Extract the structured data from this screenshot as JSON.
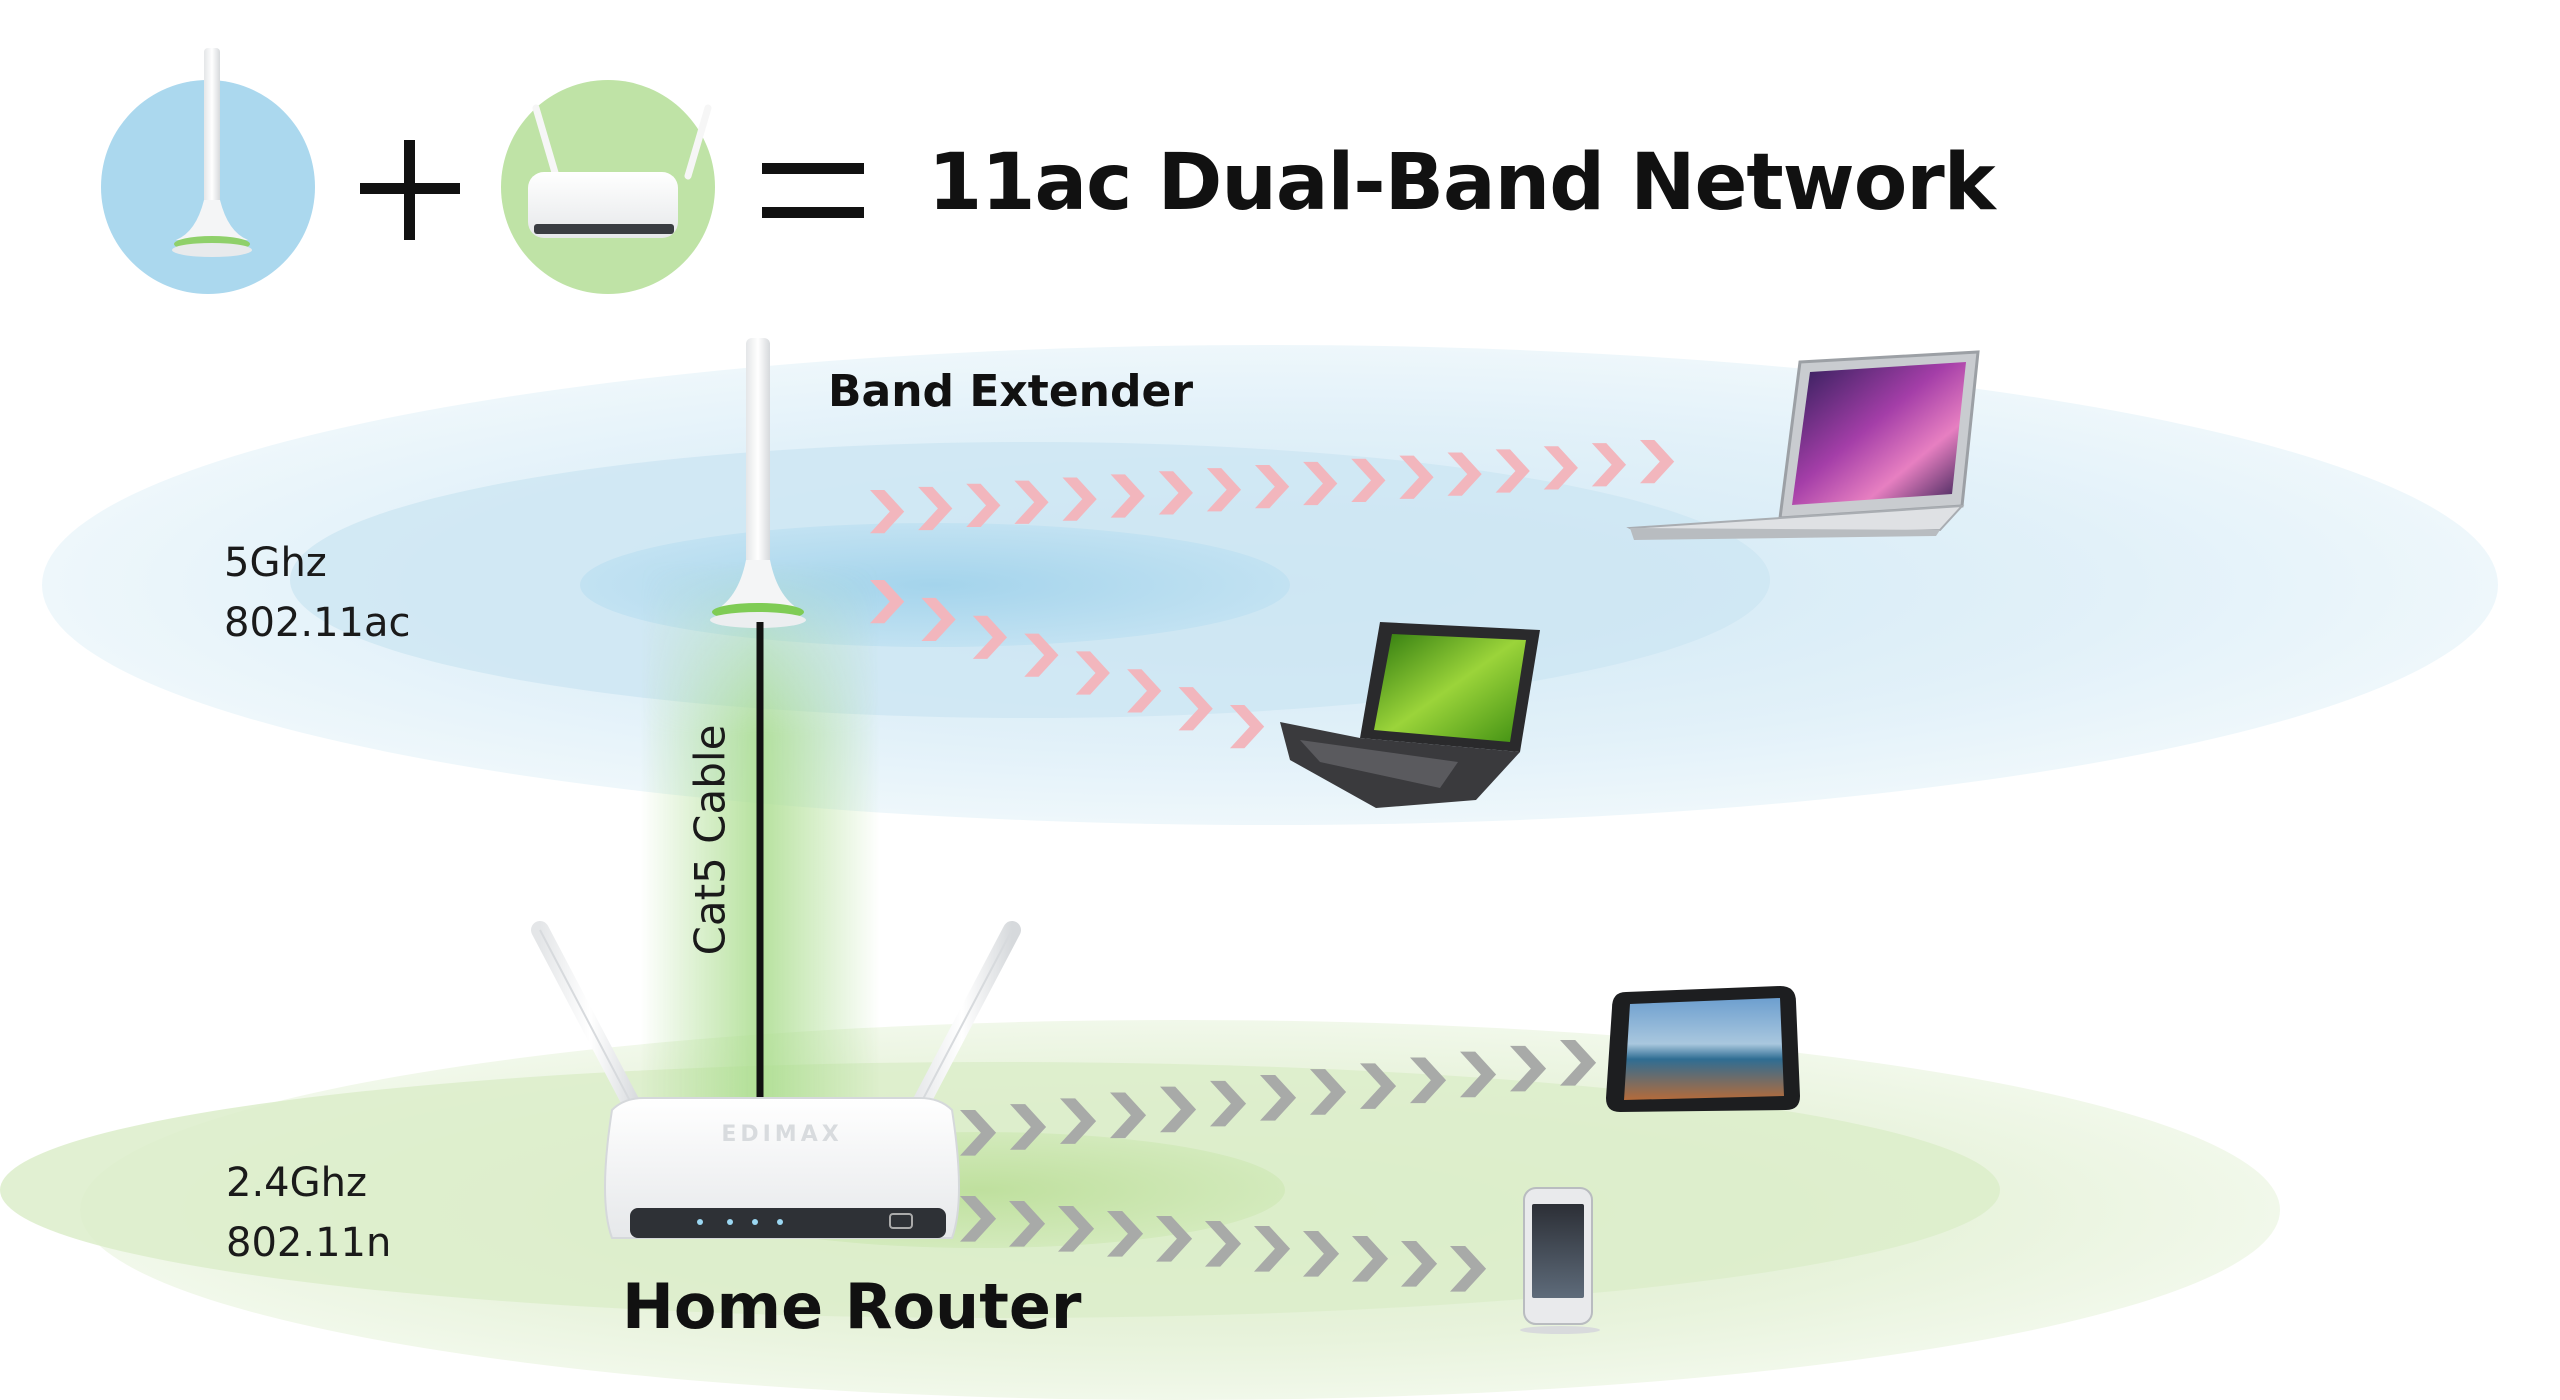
{
  "header": {
    "title": "11ac Dual-Band Network",
    "plus_symbol": "+",
    "equals_symbol": "="
  },
  "labels": {
    "band_extender": "Band Extender",
    "home_router": "Home Router",
    "cable": "Cat5 Cable",
    "band_5_freq": "5Ghz",
    "band_5_std": "802.11ac",
    "band_24_freq": "2.4Ghz",
    "band_24_std": "802.11n"
  },
  "devices": {
    "router_brand": "EDIMAX"
  },
  "icons": {
    "extender": "band-extender-icon",
    "router": "router-icon",
    "macbook": "laptop-icon",
    "notebook": "notebook-icon",
    "tablet": "tablet-icon",
    "phone": "smartphone-icon",
    "signal": "signal-chevron-icon"
  },
  "colors": {
    "band_5_zone": "#d8ecf6",
    "band_5_core": "#a9d6ec",
    "band_24_zone": "#e4f1d6",
    "band_24_core": "#c8e3aa",
    "extender_circle": "#abd8ee",
    "router_circle": "#bfe3a6",
    "signal_5ghz": "#f2b6bd",
    "signal_24ghz": "#a8aaa8",
    "cable_glow": "#a9dc8c"
  }
}
